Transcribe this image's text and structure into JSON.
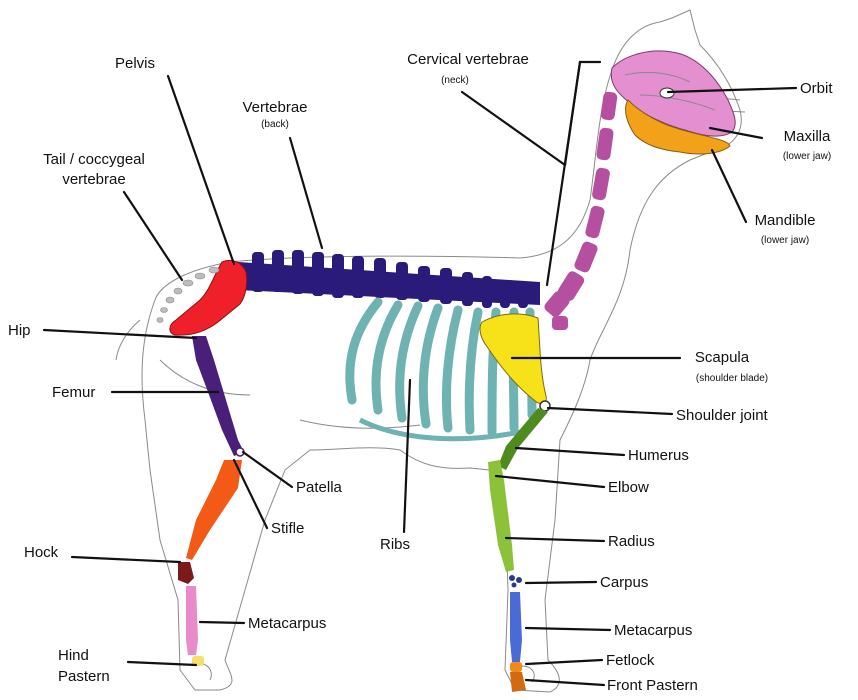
{
  "labels": {
    "pelvis": "Pelvis",
    "vertebrae": "Vertebrae",
    "vertebrae_note": "(back)",
    "cervical": "Cervical vertebrae",
    "cervical_note": "(neck)",
    "orbit": "Orbit",
    "maxilla": "Maxilla",
    "maxilla_note": "(lower jaw)",
    "mandible": "Mandible",
    "mandible_note": "(lower jaw)",
    "tail_line1": "Tail / coccygeal",
    "tail_line2": "vertebrae",
    "hip": "Hip",
    "femur": "Femur",
    "scapula": "Scapula",
    "scapula_note": "(shoulder blade)",
    "shoulder_joint": "Shoulder joint",
    "humerus": "Humerus",
    "elbow": "Elbow",
    "patella": "Patella",
    "stifle": "Stifle",
    "ribs": "Ribs",
    "radius": "Radius",
    "hock": "Hock",
    "carpus": "Carpus",
    "metacarpus_hind": "Metacarpus",
    "metacarpus_front": "Metacarpus",
    "fetlock": "Fetlock",
    "hind_pastern_line1": "Hind",
    "hind_pastern_line2": "Pastern",
    "front_pastern": "Front Pastern"
  },
  "colors": {
    "skull": "#e48fd0",
    "jaw": "#f2a218",
    "cervical": "#b54fa0",
    "vertebrae": "#2a1b7a",
    "pelvis": "#f0202a",
    "ribs": "#6fb2b2",
    "scapula": "#f7e21a",
    "femur": "#4a1f7a",
    "tibia": "#f25a16",
    "humerus": "#4f8a1e",
    "radius": "#8cc23a",
    "hind_metacarpus": "#e98bc8",
    "front_metacarpus": "#4a6bd6",
    "hock": "#7a1a1a",
    "fetlock": "#f08a1a",
    "tail": "#bdbdbd",
    "outline": "#8a8a8a"
  }
}
